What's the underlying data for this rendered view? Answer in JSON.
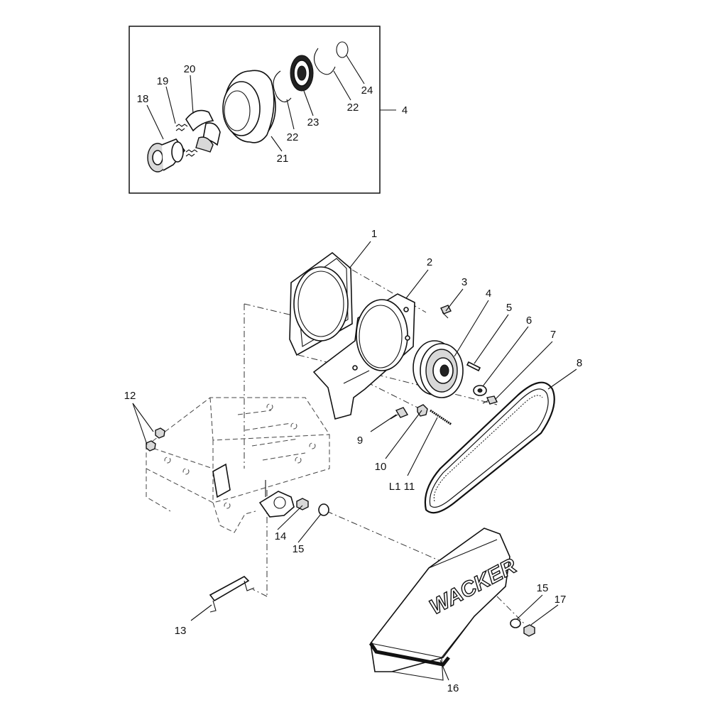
{
  "diagram": {
    "brand_text": "WACKER",
    "callouts": {
      "c1": "1",
      "c2": "2",
      "c3": "3",
      "c4": "4",
      "c4_inset": "4",
      "c5": "5",
      "c6": "6",
      "c7": "7",
      "c8": "8",
      "c9": "9",
      "c10": "10",
      "c11": "L1 11",
      "c12": "12",
      "c13": "13",
      "c14": "14",
      "c15a": "15",
      "c15b": "15",
      "c16": "16",
      "c17": "17",
      "c18": "18",
      "c19": "19",
      "c20": "20",
      "c21": "21",
      "c22a": "22",
      "c22b": "22",
      "c23": "23",
      "c24": "24"
    }
  }
}
